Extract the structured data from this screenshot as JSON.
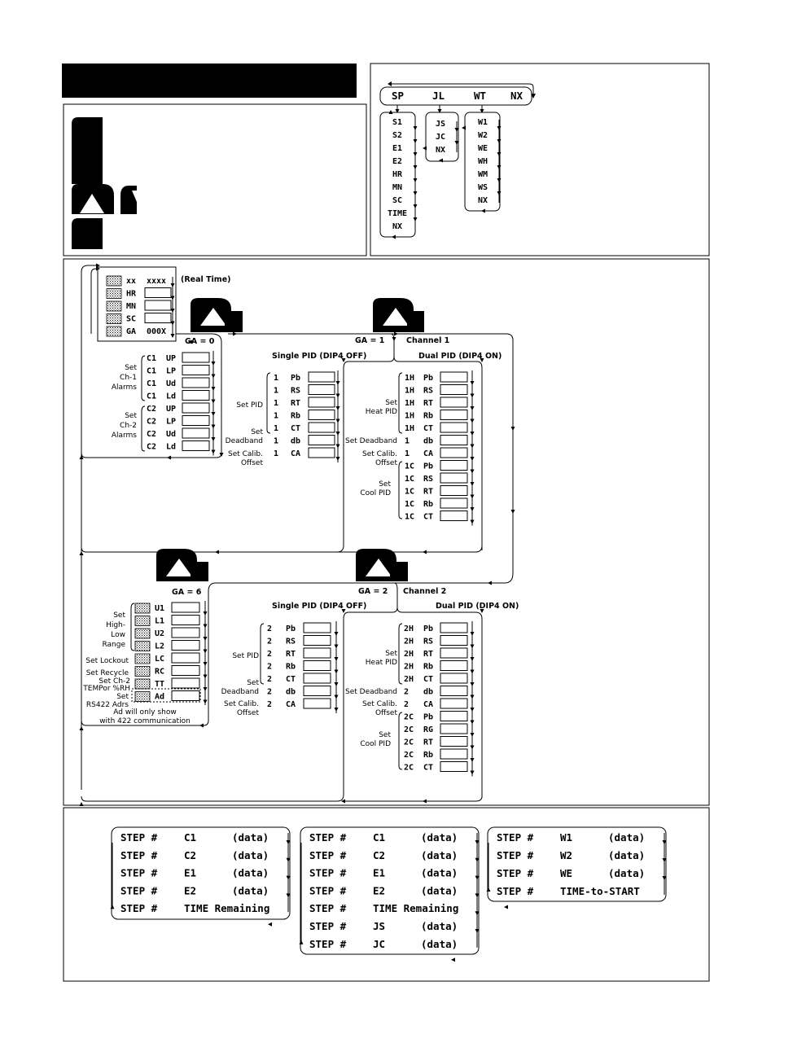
{
  "header": {
    "title": ""
  },
  "menu_top": {
    "items": [
      "SP",
      "JL",
      "WT",
      "NX"
    ],
    "sp_list": [
      "S1",
      "S2",
      "E1",
      "E2",
      "HR",
      "MN",
      "SC",
      "TIME",
      "NX"
    ],
    "jl_list": [
      "JS",
      "JC",
      "NX"
    ],
    "wt_list": [
      "W1",
      "W2",
      "WE",
      "WH",
      "WM",
      "WS",
      "NX"
    ]
  },
  "time": {
    "real_time_note": "(Real Time)",
    "rows": [
      [
        "xx",
        "xxxx"
      ],
      [
        "HR",
        ""
      ],
      [
        "MN",
        ""
      ],
      [
        "SC",
        ""
      ],
      [
        "GA",
        "000X"
      ]
    ]
  },
  "ga0": {
    "label": "GA = 0",
    "ch1_label": "Set Ch-1 Alarms",
    "ch2_label": "Set Ch-2 Alarms",
    "ch1_rows": [
      [
        "C1",
        "UP"
      ],
      [
        "C1",
        "LP"
      ],
      [
        "C1",
        "Ud"
      ],
      [
        "C1",
        "Ld"
      ]
    ],
    "ch2_rows": [
      [
        "C2",
        "UP"
      ],
      [
        "C2",
        "LP"
      ],
      [
        "C2",
        "Ud"
      ],
      [
        "C2",
        "Ld"
      ]
    ]
  },
  "ga1": {
    "label": "GA = 1",
    "channel": "Channel 1",
    "single_title": "Single PID (DIP4 OFF)",
    "dual_title": "Dual PID (DIP4 ON)",
    "set_pid": "Set PID",
    "set_deadband": "Set Deadband",
    "set_calib": "Set Calib. Offset",
    "set_heat_pid": "Set Heat PID",
    "set_cool_pid": "Set Cool PID",
    "single_rows": [
      [
        "1",
        "Pb"
      ],
      [
        "1",
        "RS"
      ],
      [
        "1",
        "RT"
      ],
      [
        "1",
        "Rb"
      ],
      [
        "1",
        "CT"
      ],
      [
        "1",
        "db"
      ],
      [
        "1",
        "CA"
      ]
    ],
    "dual_rows": [
      [
        "1H",
        "Pb"
      ],
      [
        "1H",
        "RS"
      ],
      [
        "1H",
        "RT"
      ],
      [
        "1H",
        "Rb"
      ],
      [
        "1H",
        "CT"
      ],
      [
        "1",
        "db"
      ],
      [
        "1",
        "CA"
      ],
      [
        "1C",
        "Pb"
      ],
      [
        "1C",
        "RS"
      ],
      [
        "1C",
        "RT"
      ],
      [
        "1C",
        "Rb"
      ],
      [
        "1C",
        "CT"
      ]
    ]
  },
  "ga2": {
    "label": "GA = 2",
    "channel": "Channel 2",
    "single_title": "Single PID (DIP4 OFF)",
    "dual_title": "Dual PID (DIP4 ON)",
    "set_pid": "Set PID",
    "set_deadband": "Set Deadband",
    "set_calib": "Set Calib. Offset",
    "set_heat_pid": "Set Heat PID",
    "set_cool_pid": "Set Cool PID",
    "single_rows": [
      [
        "2",
        "Pb"
      ],
      [
        "2",
        "RS"
      ],
      [
        "2",
        "RT"
      ],
      [
        "2",
        "Rb"
      ],
      [
        "2",
        "CT"
      ],
      [
        "2",
        "db"
      ],
      [
        "2",
        "CA"
      ]
    ],
    "dual_rows": [
      [
        "2H",
        "Pb"
      ],
      [
        "2H",
        "RS"
      ],
      [
        "2H",
        "RT"
      ],
      [
        "2H",
        "Rb"
      ],
      [
        "2H",
        "CT"
      ],
      [
        "2",
        "db"
      ],
      [
        "2",
        "CA"
      ],
      [
        "2C",
        "Pb"
      ],
      [
        "2C",
        "RG"
      ],
      [
        "2C",
        "RT"
      ],
      [
        "2C",
        "Rb"
      ],
      [
        "2C",
        "CT"
      ]
    ]
  },
  "ga6": {
    "label": "GA = 6",
    "set_high_low": "Set High- Low Range",
    "set_lockout": "Set Lockout",
    "set_recycle": "Set Recycle",
    "set_temp": "Set Ch-2 TEMPor %RH",
    "set_rs422": "Set RS422 Adrs",
    "rows": [
      "U1",
      "L1",
      "U2",
      "L2",
      "LC",
      "RC",
      "TT",
      "Ad"
    ],
    "note": "Ad will only show with 422 communication"
  },
  "steps": {
    "step_label": "STEP #",
    "box1": [
      [
        "C1",
        "(data)"
      ],
      [
        "C2",
        "(data)"
      ],
      [
        "E1",
        "(data)"
      ],
      [
        "E2",
        "(data)"
      ],
      [
        "TIME Remaining",
        ""
      ]
    ],
    "box2": [
      [
        "C1",
        "(data)"
      ],
      [
        "C2",
        "(data)"
      ],
      [
        "E1",
        "(data)"
      ],
      [
        "E2",
        "(data)"
      ],
      [
        "TIME Remaining",
        ""
      ],
      [
        "JS",
        "(data)"
      ],
      [
        "JC",
        "(data)"
      ]
    ],
    "box3": [
      [
        "W1",
        "(data)"
      ],
      [
        "W2",
        "(data)"
      ],
      [
        "WE",
        "(data)"
      ],
      [
        "TIME-to-START",
        ""
      ]
    ]
  }
}
